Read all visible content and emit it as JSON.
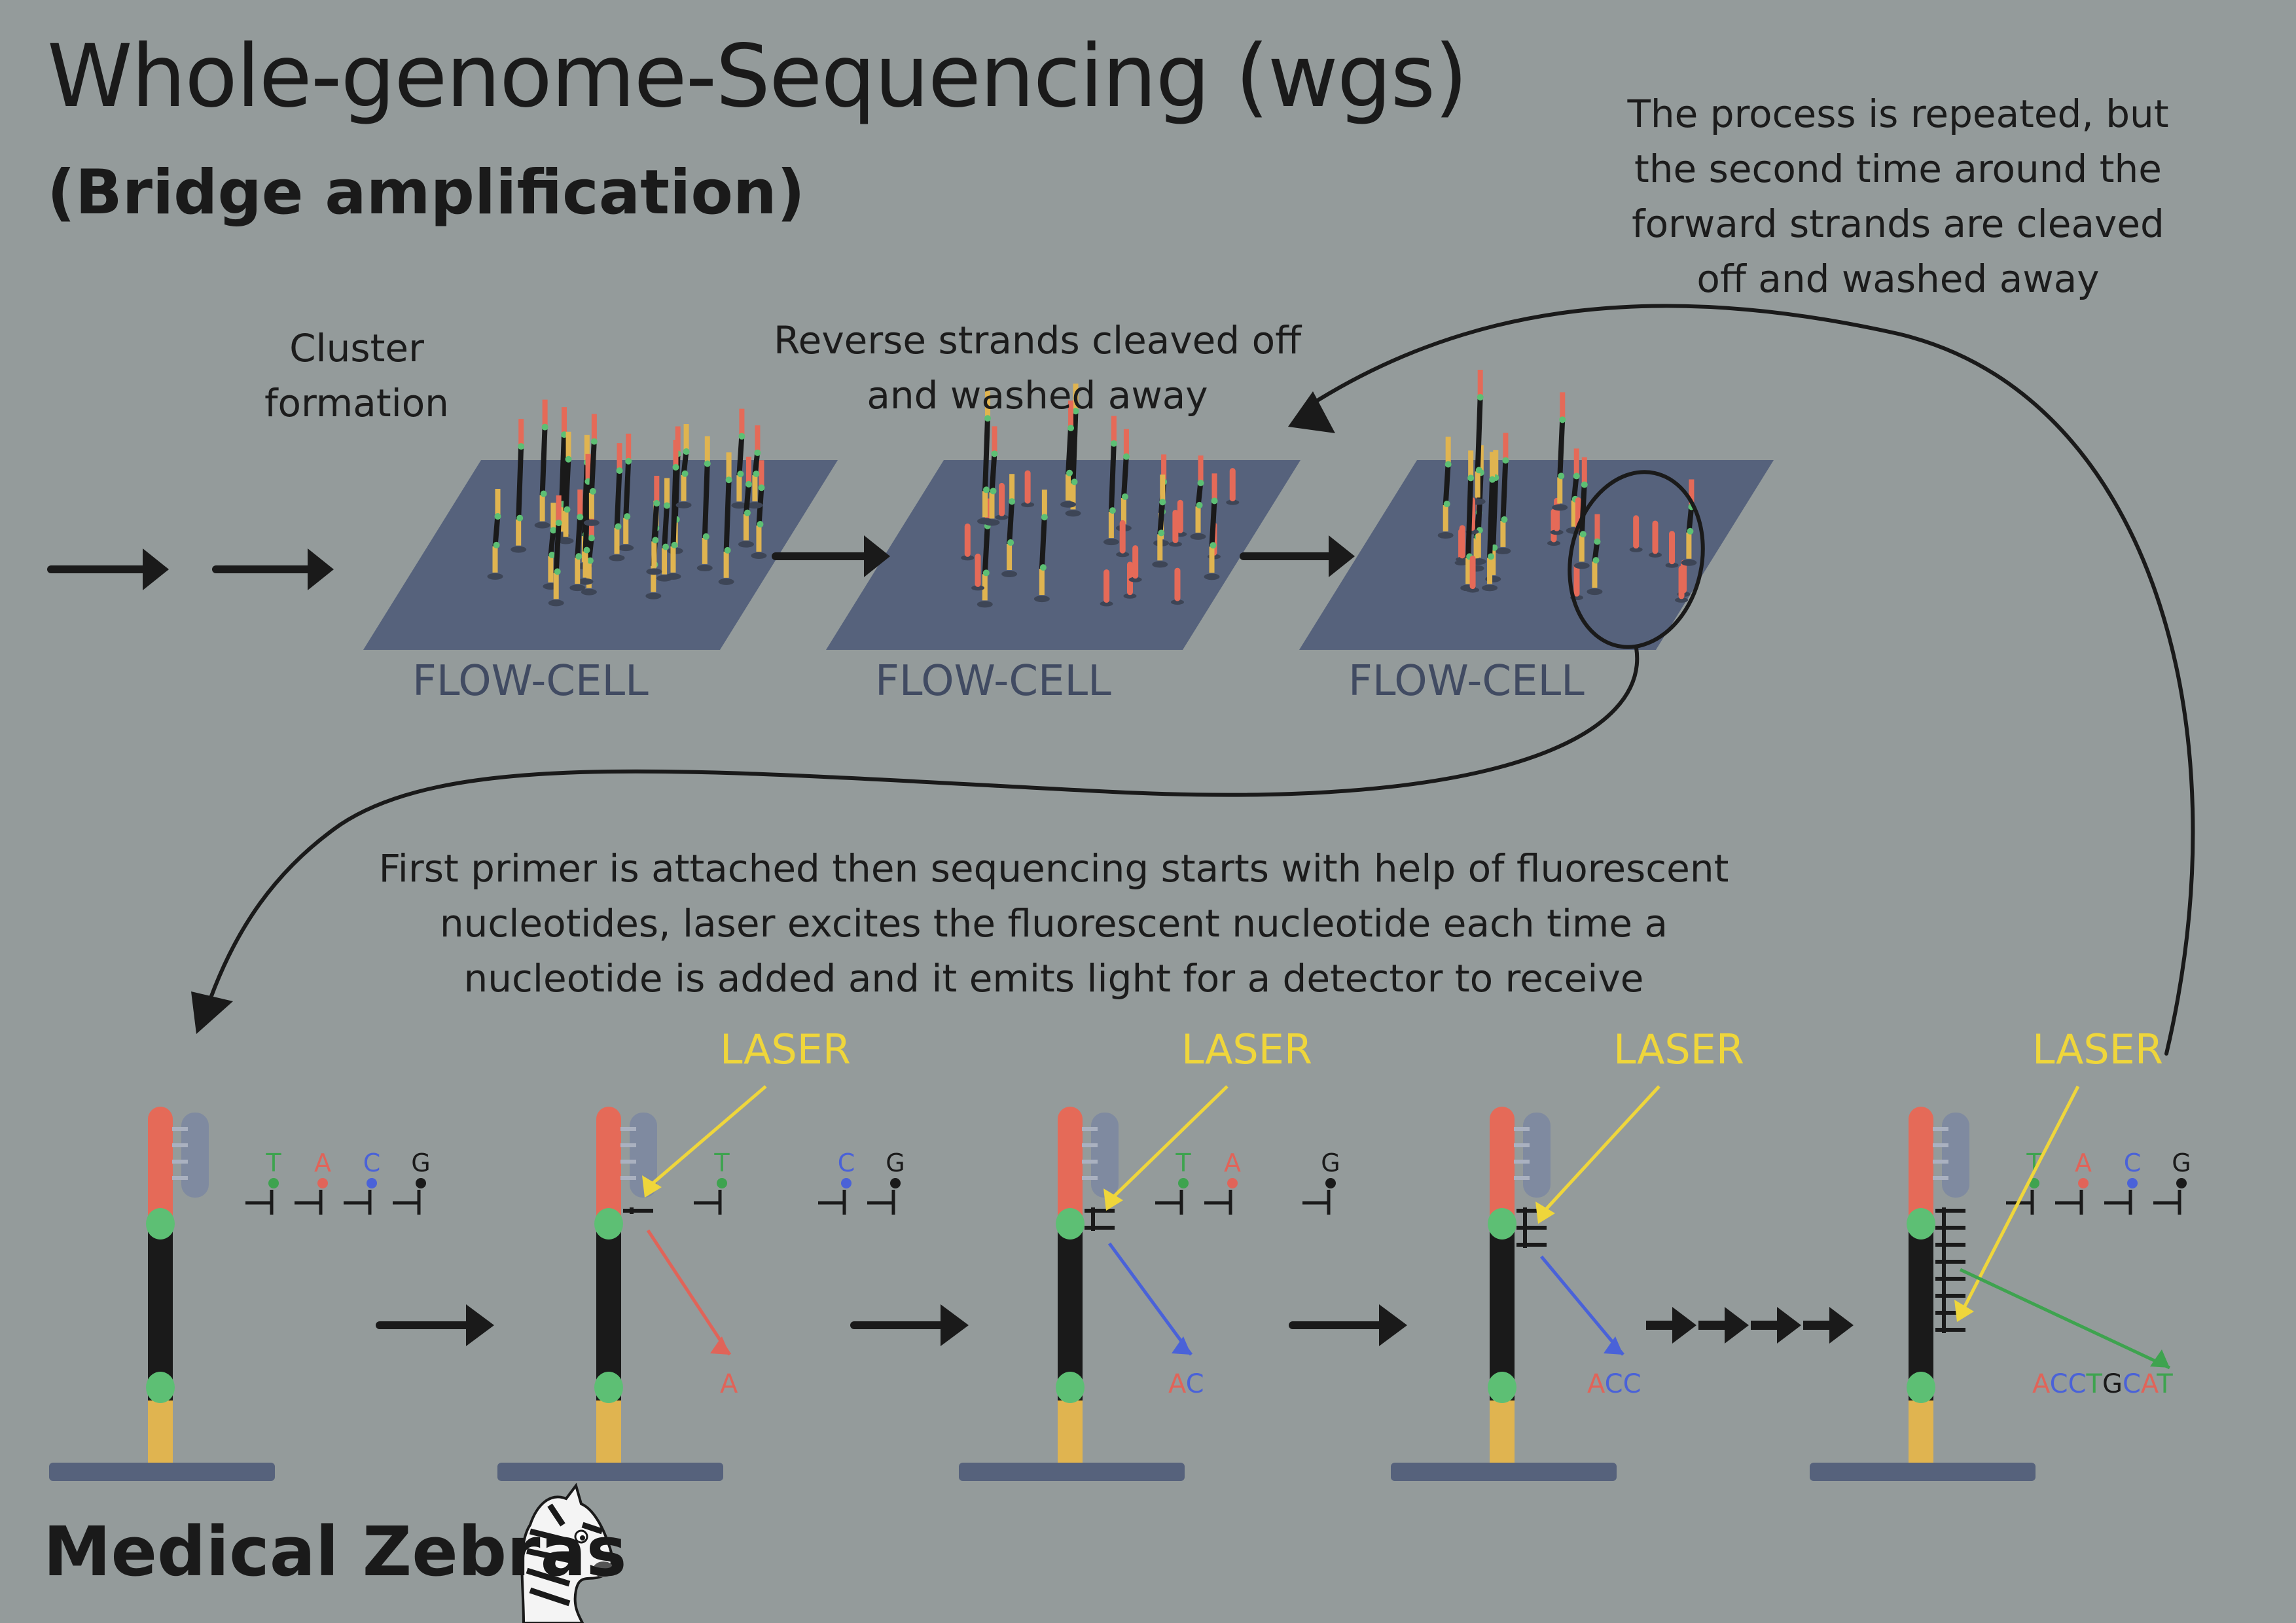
{
  "header": {
    "title": "Whole-genome-Sequencing (wgs)",
    "subtitle": "(Bridge amplification)"
  },
  "captions": {
    "cluster": "Cluster formation",
    "reverse": "Reverse strands cleaved off and washed away",
    "repeat": "The process is repeated, but the second time around the forward strands are cleaved off and washed away",
    "sequencing": "First primer is attached then sequencing starts with help of fluorescent nucleotides, laser excites the fluorescent nucleotide each time a nucleotide is added and it emits light for a detector to receive"
  },
  "flow_cell_label": "FLOW-CELL",
  "laser_label": "LASER",
  "nucleotides": [
    "T",
    "A",
    "C",
    "G"
  ],
  "reads": [
    "A",
    "AC",
    "ACC",
    "ACCTGCAT"
  ],
  "brand": "Medical Zebras",
  "colors": {
    "background": "#949b9b",
    "flow_cell": "#56627c",
    "adapter_red": "#e56a58",
    "adapter_yellow": "#e0b450",
    "primer_green": "#5dbf74",
    "strand": "#1a1a1a",
    "laser": "#efd63b",
    "nuc_T": "#3ea34f",
    "nuc_A": "#e06459",
    "nuc_C": "#4a62d8",
    "nuc_G": "#1a1a1a"
  }
}
